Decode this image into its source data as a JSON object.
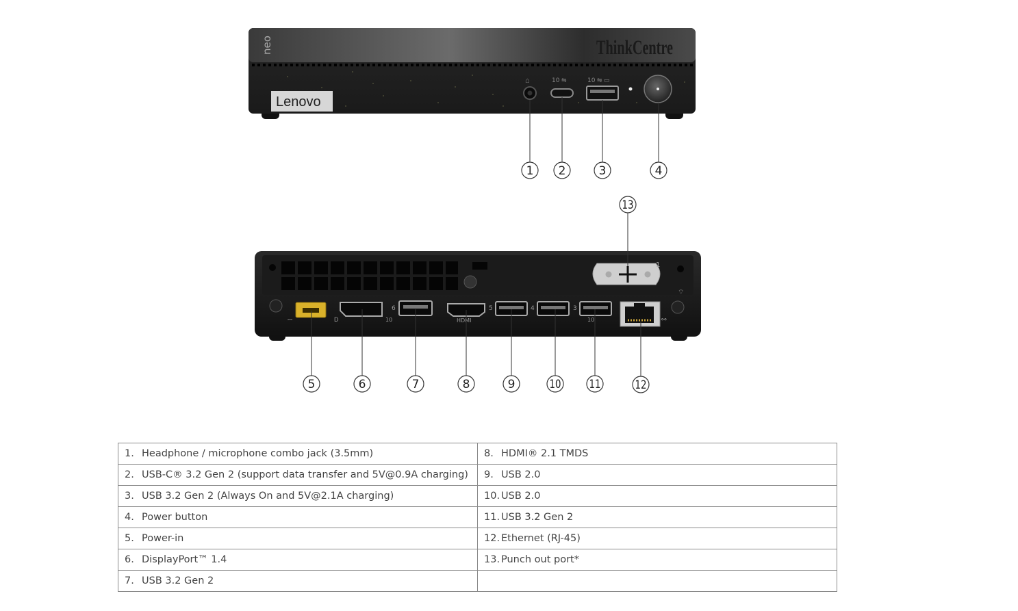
{
  "front": {
    "brand_label": "Lenovo",
    "series_label": "ThinkCentre",
    "model_label": "neo"
  },
  "callouts": [
    "1",
    "2",
    "3",
    "4",
    "5",
    "6",
    "7",
    "8",
    "9",
    "10",
    "11",
    "12",
    "13"
  ],
  "rear_marks": {
    "usb_number_6": "6",
    "usb_number_5": "5",
    "usb_number_4": "4",
    "usb_number_3": "3",
    "speed_10_a": "10",
    "speed_10_b": "10",
    "speed_10_c": "10",
    "speed_10_d": "10",
    "hdmi_text": "HDMI",
    "slot_number": "1"
  },
  "table": {
    "left": [
      {
        "num": "1.",
        "text": "Headphone / microphone combo jack (3.5mm)"
      },
      {
        "num": "2.",
        "text": "USB-C® 3.2 Gen 2 (support data transfer and 5V@0.9A charging)"
      },
      {
        "num": "3.",
        "text": "USB 3.2 Gen 2 (Always On and 5V@2.1A charging)"
      },
      {
        "num": "4.",
        "text": "Power button"
      },
      {
        "num": "5.",
        "text": "Power-in"
      },
      {
        "num": "6.",
        "text": "DisplayPort™ 1.4"
      },
      {
        "num": "7.",
        "text": "USB 3.2 Gen 2"
      }
    ],
    "right": [
      {
        "num": "8.",
        "text": "HDMI® 2.1 TMDS"
      },
      {
        "num": "9.",
        "text": "USB 2.0"
      },
      {
        "num": "10.",
        "text": "USB 2.0"
      },
      {
        "num": "11.",
        "text": "USB 3.2 Gen 2"
      },
      {
        "num": "12.",
        "text": "Ethernet (RJ-45)"
      },
      {
        "num": "13.",
        "text": "Punch out port*"
      },
      {
        "num": "",
        "text": ""
      }
    ]
  }
}
